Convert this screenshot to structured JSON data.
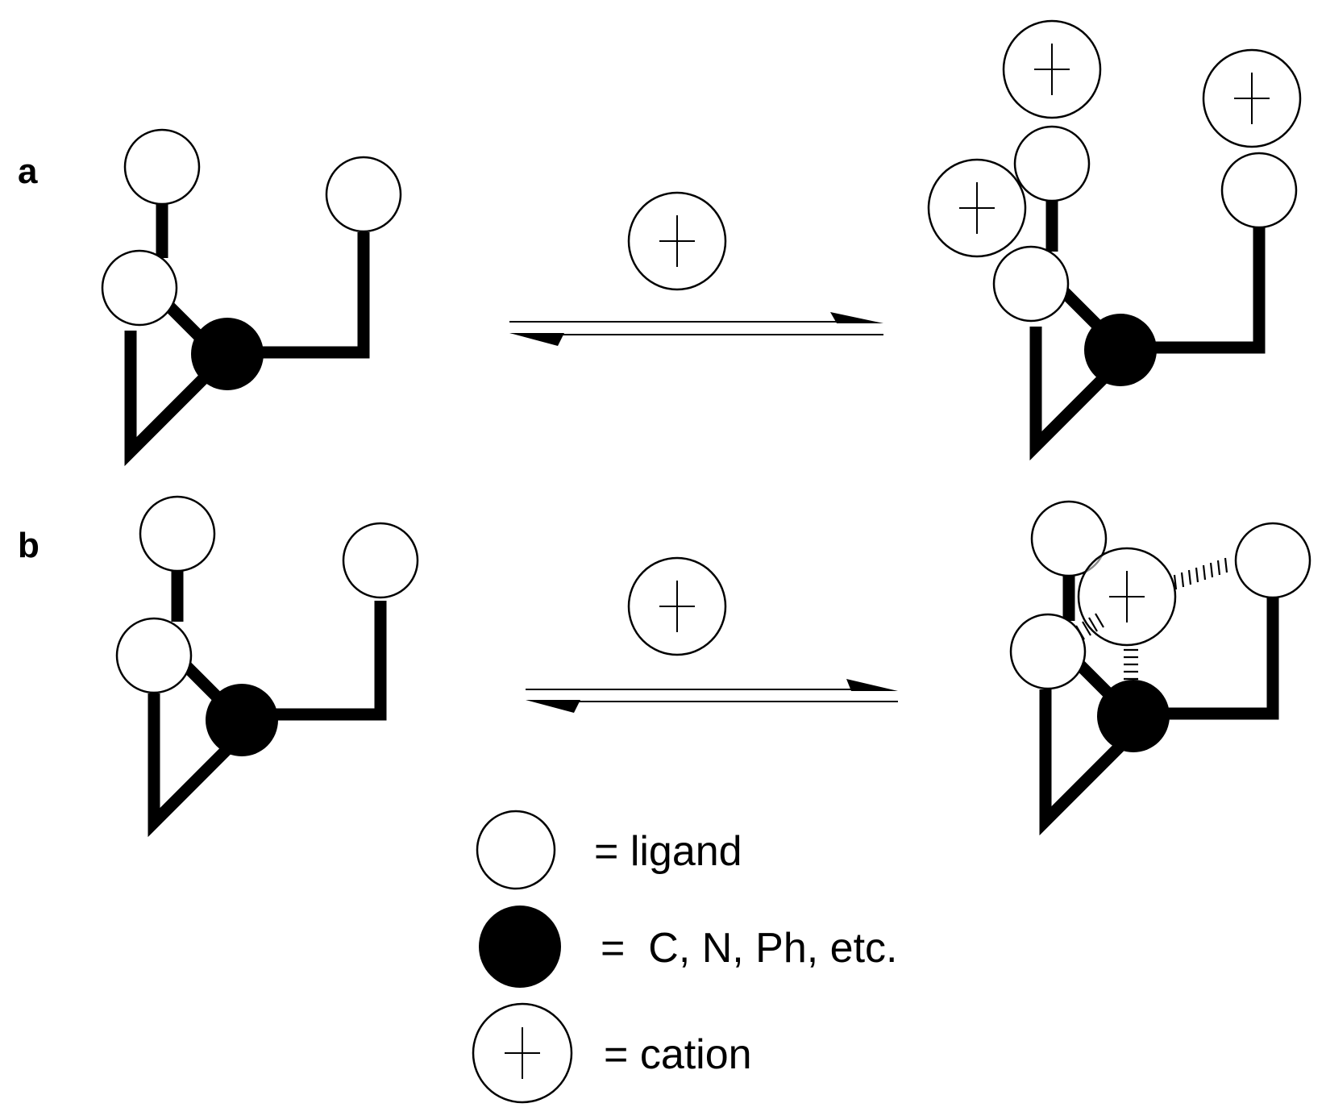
{
  "panels": [
    {
      "id": "a",
      "label": "a"
    },
    {
      "id": "b",
      "label": "b"
    }
  ],
  "legend": {
    "ligand": "= ligand",
    "center": "=  C, N, Ph, etc.",
    "cation": "= cation"
  },
  "symbols": {
    "ligand": "open-circle",
    "center": "filled-circle",
    "cation": "circle-with-plus"
  },
  "colors": {
    "ink": "#000000",
    "paper": "#ffffff"
  }
}
